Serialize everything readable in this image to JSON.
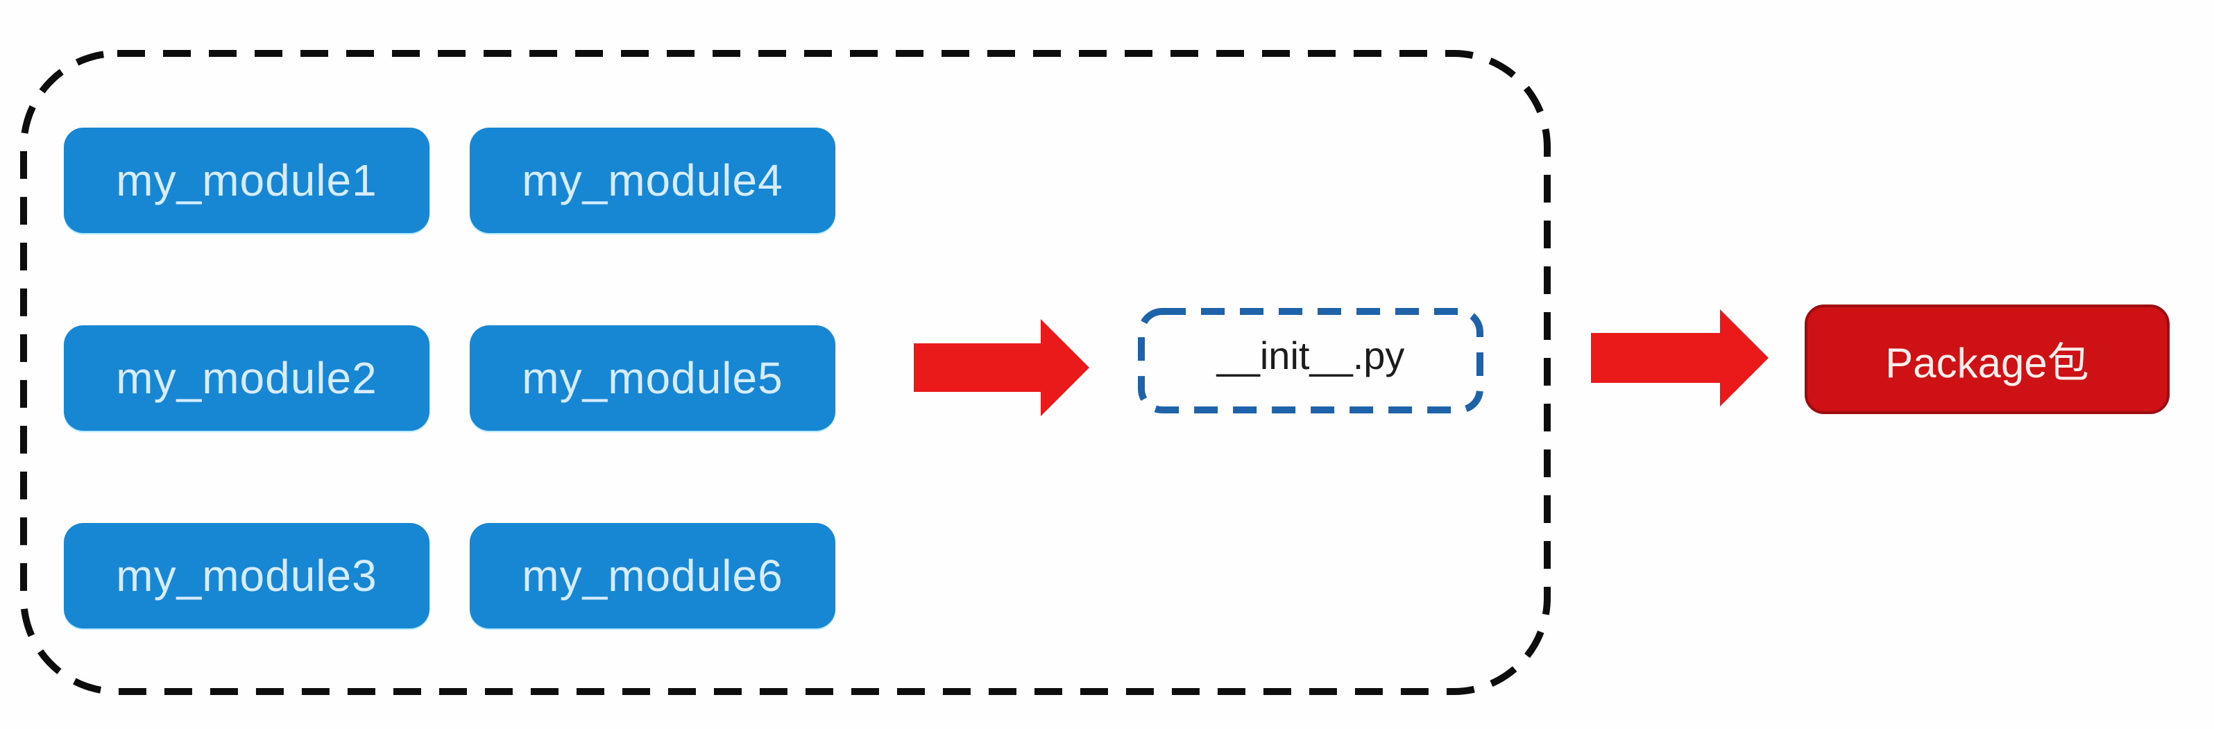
{
  "diagram": {
    "modules": [
      {
        "label": "my_module1"
      },
      {
        "label": "my_module2"
      },
      {
        "label": "my_module3"
      },
      {
        "label": "my_module4"
      },
      {
        "label": "my_module5"
      },
      {
        "label": "my_module6"
      }
    ],
    "init_file": {
      "label": "__init__.py"
    },
    "package": {
      "label": "Package包"
    },
    "arrows": [
      {
        "name": "arrow-right",
        "direction": "right"
      },
      {
        "name": "arrow-right",
        "direction": "right"
      }
    ],
    "colors": {
      "background": "#fefefe",
      "container_border": "#0d0d0d",
      "module_bg": "#1787d3",
      "module_text": "#d6ecfb",
      "arrow_red": "#ea1a1a",
      "init_border": "#1e63aa",
      "init_text": "#1c1c1c",
      "package_bg": "#ce1115",
      "package_border": "#9d0c0f",
      "package_text": "#f7edeb"
    }
  }
}
